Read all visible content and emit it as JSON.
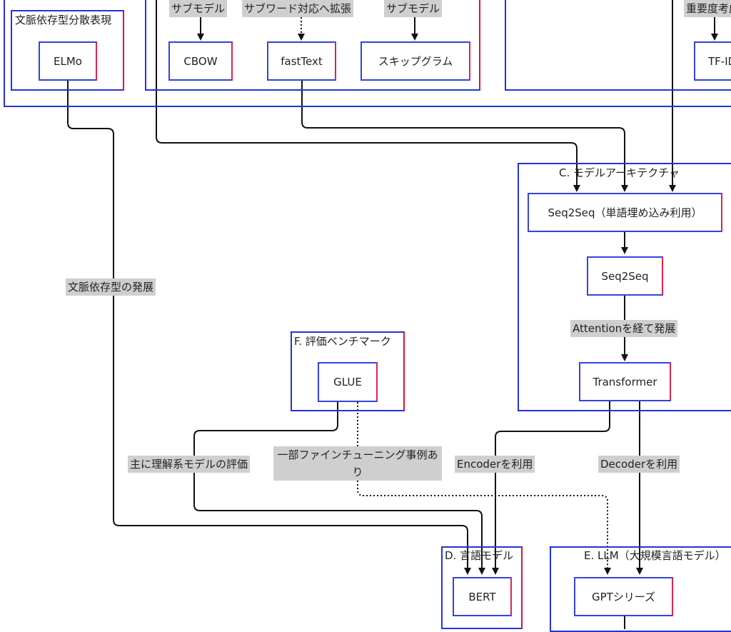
{
  "groups": {
    "context": "文脈依存型分散表現",
    "model_arch": "C. モデルアーキテクチャ",
    "benchmark": "F. 評価ベンチマーク",
    "lang_model": "D. 言語モデル",
    "llm": "E. LLM（大規模言語モデル）"
  },
  "nodes": {
    "elmo": "ELMo",
    "cbow": "CBOW",
    "fasttext": "fastText",
    "skipgram": "スキップグラム",
    "tfidf": "TF-IDF",
    "seq2seq_emb": "Seq2Seq（単語埋め込み利用）",
    "seq2seq": "Seq2Seq",
    "transformer": "Transformer",
    "glue": "GLUE",
    "bert": "BERT",
    "gpt": "GPTシリーズ"
  },
  "edge_labels": {
    "sub1": "サブモデル",
    "subword": "サブワード対応へ拡張",
    "sub2": "サブモデル",
    "importance": "重要度考慮",
    "context_dev": "文脈依存型の発展",
    "attention": "Attentionを経て発展",
    "eval": "主に理解系モデルの評価",
    "finetune": "一部ファインチューニング事例あり",
    "encoder": "Encoderを利用",
    "decoder": "Decoderを利用"
  }
}
